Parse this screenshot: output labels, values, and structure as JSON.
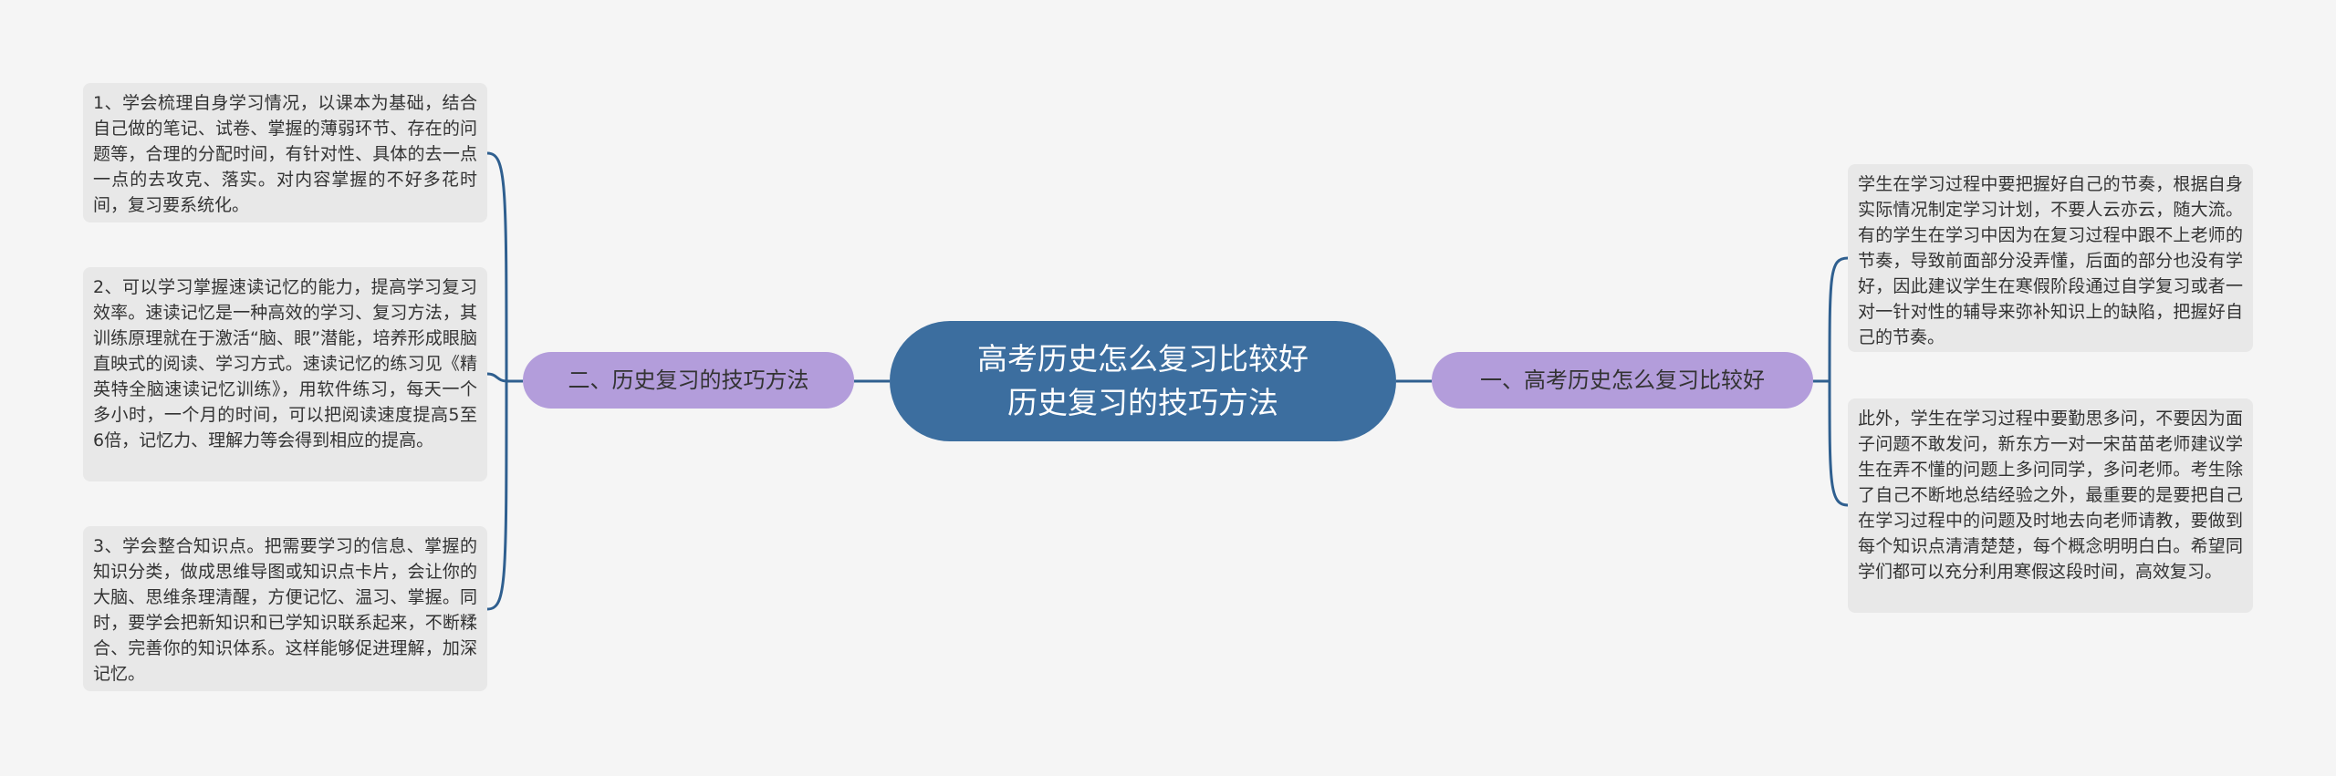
{
  "root": {
    "line1": "高考历史怎么复习比较好",
    "line2": "历史复习的技巧方法"
  },
  "left_branch": {
    "label": "二、历史复习的技巧方法",
    "leaves": [
      {
        "text": "1、学会梳理自身学习情况，以课本为基础，结合自己做的笔记、试卷、掌握的薄弱环节、存在的问题等，合理的分配时间，有针对性、具体的去一点一点的去攻克、落实。对内容掌握的不好多花时间，复习要系统化。"
      },
      {
        "text": "2、可以学习掌握速读记忆的能力，提高学习复习效率。速读记忆是一种高效的学习、复习方法，其训练原理就在于激活“脑、眼”潜能，培养形成眼脑直映式的阅读、学习方式。速读记忆的练习见《精英特全脑速读记忆训练》，用软件练习，每天一个多小时，一个月的时间，可以把阅读速度提高5至6倍，记忆力、理解力等会得到相应的提高。"
      },
      {
        "text": "3、学会整合知识点。把需要学习的信息、掌握的知识分类，做成思维导图或知识点卡片，会让你的大脑、思维条理清醒，方便记忆、温习、掌握。同时，要学会把新知识和已学知识联系起来，不断糅合、完善你的知识体系。这样能够促进理解，加深记忆。"
      }
    ]
  },
  "right_branch": {
    "label": "一、高考历史怎么复习比较好",
    "leaves": [
      {
        "text": "学生在学习过程中要把握好自己的节奏，根据自身实际情况制定学习计划，不要人云亦云，随大流。有的学生在学习中因为在复习过程中跟不上老师的节奏，导致前面部分没弄懂，后面的部分也没有学好，因此建议学生在寒假阶段通过自学复习或者一对一针对性的辅导来弥补知识上的缺陷，把握好自己的节奏。"
      },
      {
        "text": "此外，学生在学习过程中要勤思多问，不要因为面子问题不敢发问，新东方一对一宋苗苗老师建议学生在弄不懂的问题上多问同学，多问老师。考生除了自己不断地总结经验之外，最重要的是要把自己在学习过程中的问题及时地去向老师请教，要做到每个知识点清清楚楚，每个概念明明白白。希望同学们都可以充分利用寒假这段时间，高效复习。"
      }
    ]
  },
  "colors": {
    "root_fill": "#3c6e9f",
    "branch_fill": "#b39ddb",
    "leaf_fill": "#e8e8e8",
    "edge": "#2f5f8f",
    "background": "#f5f5f5"
  }
}
